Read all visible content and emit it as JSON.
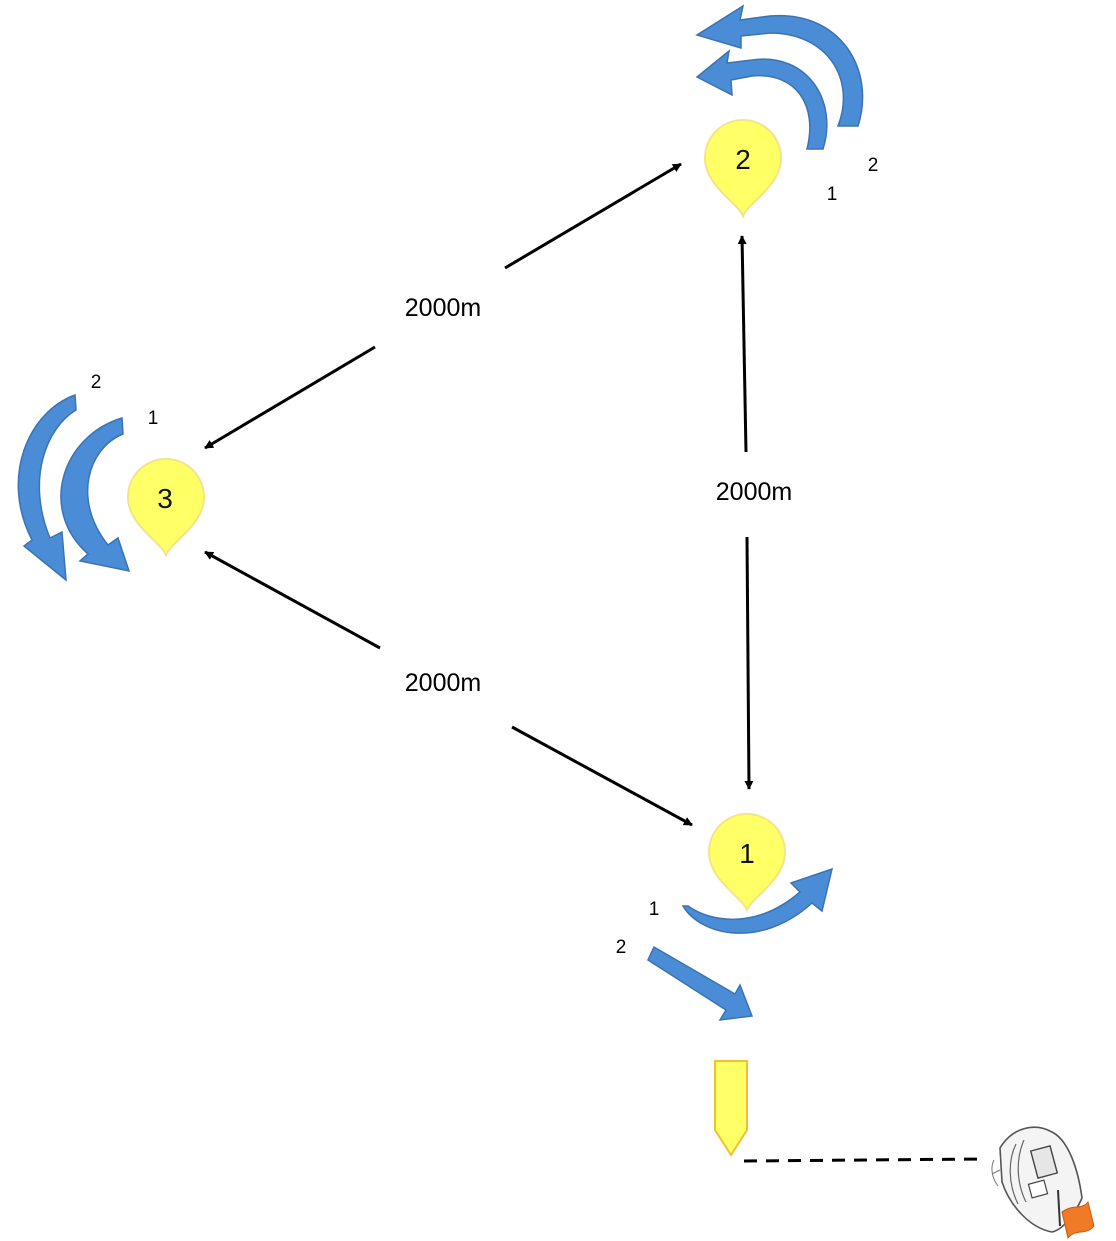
{
  "buoys": [
    {
      "id": "buoy-1",
      "label": "1"
    },
    {
      "id": "buoy-2",
      "label": "2"
    },
    {
      "id": "buoy-3",
      "label": "3"
    }
  ],
  "legs": [
    {
      "id": "leg-2-3",
      "distance": "2000m"
    },
    {
      "id": "leg-1-2",
      "distance": "2000m"
    },
    {
      "id": "leg-3-1",
      "distance": "2000m"
    }
  ],
  "rounding_labels": {
    "buoy2": {
      "first": "1",
      "second": "2"
    },
    "buoy3": {
      "first": "1",
      "second": "2"
    },
    "buoy1": {
      "first": "1",
      "second": "2"
    }
  },
  "colors": {
    "buoy_fill": "#ffff66",
    "buoy_stroke": "#f5e38a",
    "arrow_blue": "#4a8cd6",
    "arrow_blue_edge": "#3b73b3",
    "line": "#000000",
    "flag_orange": "#f07a26"
  },
  "icons": {
    "start_pin": "yellow-start-pin-icon",
    "committee_boat": "committee-boat-icon"
  }
}
